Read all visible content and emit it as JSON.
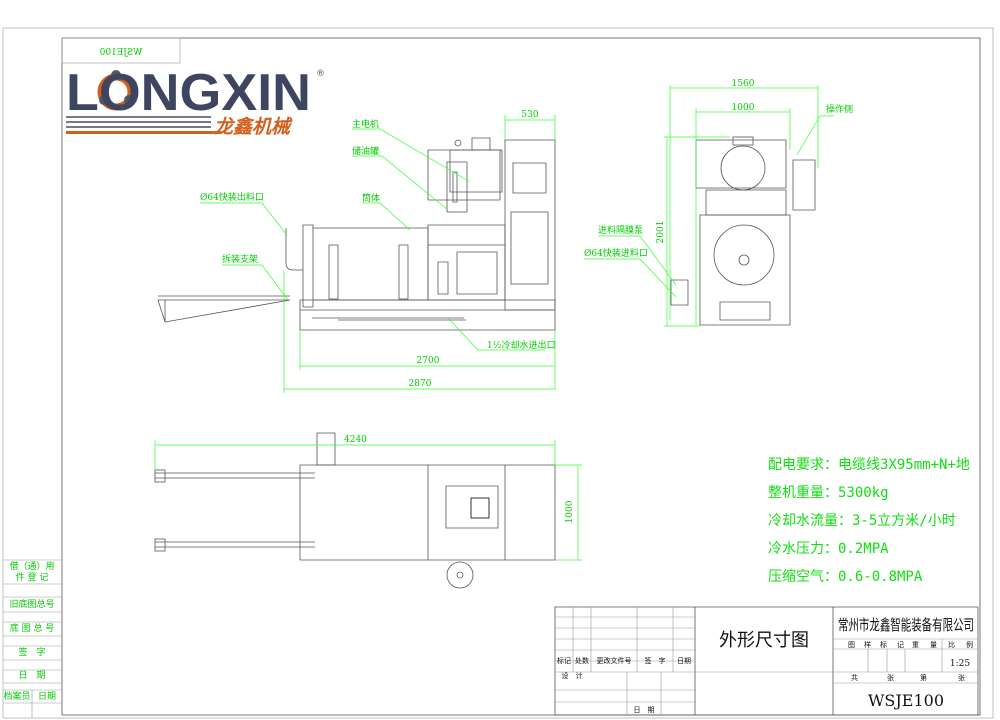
{
  "drawing": {
    "mirrored_code": "WSJE100",
    "logo": {
      "brand": "LONGXIN",
      "registered": "®",
      "cn_name": "龙鑫机械",
      "colors": {
        "navy": "#3d4560",
        "orange": "#d4601c"
      }
    },
    "side_view": {
      "labels": {
        "main_motor": "主电机",
        "oil_tank": "储油罐",
        "outlet": "Ø64快装出料口",
        "barrel": "筒体",
        "support": "拆装支架",
        "cooling": "1½冷却水进出口"
      },
      "dims": {
        "d530": "530",
        "d2700": "2700",
        "d2870": "2870"
      }
    },
    "end_view": {
      "labels": {
        "operation_side": "操作侧",
        "diaphragm_pump": "进料隔膜泵",
        "inlet": "Ø64快装进料口"
      },
      "dims": {
        "d1560": "1560",
        "d1000": "1000",
        "d2001": "2001"
      }
    },
    "top_view": {
      "dims": {
        "d4240": "4240",
        "d1000": "1000"
      }
    },
    "specs": [
      "配电要求：电缆线3X95mm+N+地",
      "整机重量：5300kg",
      "冷却水流量：3-5立方米/小时",
      "冷水压力：0.2MPA",
      "压缩空气：0.6-0.8MPA"
    ],
    "left_strip": [
      "借（通）用",
      "件 登 记",
      "旧底图总号",
      "底 图 总 号",
      "签　字",
      "日　期",
      "档案员",
      "日期"
    ],
    "title_block": {
      "company": "常州市龙鑫智能装备有限公司",
      "drawing_title": "外形尺寸图",
      "rev_headers": [
        "标记",
        "处数",
        "更改文件号",
        "签　字",
        "日期"
      ],
      "design": "设　计",
      "date": "日　期",
      "attr_headers": [
        "图",
        "样",
        "标",
        "记",
        "重",
        "量",
        "比",
        "例"
      ],
      "scale": "1:25",
      "sheet_labels": [
        "共",
        "张",
        "第",
        "张"
      ],
      "drawing_no": "WSJE100"
    },
    "colors": {
      "annotation": "#22dd22",
      "linework": "#555555"
    }
  }
}
